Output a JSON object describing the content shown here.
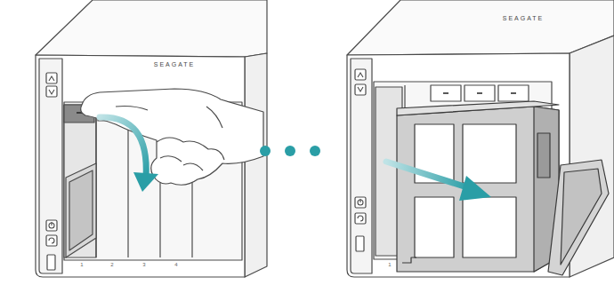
{
  "diagram": {
    "labels": [
      "SEAGATE",
      "1",
      "2",
      "3",
      "4",
      "SEAGATE",
      "1"
    ]
  }
}
